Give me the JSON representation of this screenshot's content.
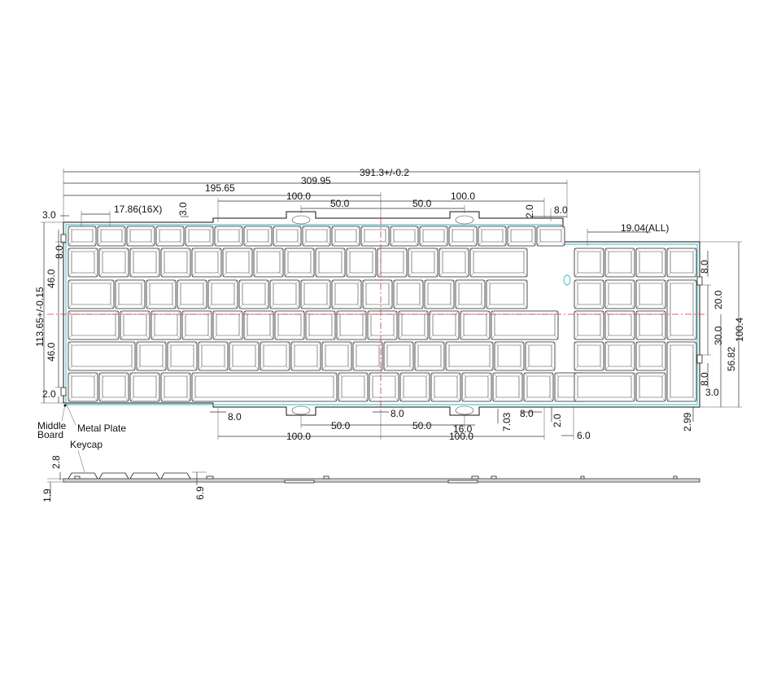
{
  "dimensions": {
    "overall_width": "391.3+/-0.2",
    "width_to_sub": "309.95",
    "half_width": "195.65",
    "pitch_top": "17.86(16X)",
    "pitch_all": "19.04(ALL)",
    "upper_spacing_left": "100.0",
    "upper_spacing_right": "100.0",
    "upper_half_left": "50.0",
    "upper_half_right": "50.0",
    "left_margin": "3.0",
    "top_row_offset": "3.0",
    "right_gap_a": "2.0",
    "right_gap_b": "8.0",
    "left_tab_height": "8.0",
    "overall_height": "113.65+/-0.15",
    "upper_half_height": "46.0",
    "lower_half_height": "46.0",
    "bottom_offset": "2.0",
    "right_tab_upper": "8.0",
    "right_tab_spacing": "20.0",
    "right_lower_spacing": "30.0",
    "right_tab_lower": "8.0",
    "right_bottom": "3.0",
    "numpad_height": "56.82",
    "numpad_overall": "100.4",
    "bottom_tab_left": "8.0",
    "bottom_tab_center": "8.0",
    "bottom_tab_right": "8.0",
    "lower_half_left": "50.0",
    "lower_half_right": "50.0",
    "lower_spacing_left": "100.0",
    "lower_spacing_right": "100.0",
    "slot_width": "16.0",
    "slot_height": "7.03",
    "right_edge_gap": "2.0",
    "numpad_gap": "6.0",
    "right_edge_offset": "2.99",
    "keycap_height": "2.8",
    "board_thickness": "1.9",
    "total_thickness": "6.9"
  },
  "labels": {
    "middle_board": [
      "Middle",
      "Board"
    ],
    "metal_plate": "Metal Plate",
    "keycap": "Keycap"
  },
  "colors": {
    "centerline": "#e0303a",
    "plate_outline": "#2fb7c7"
  }
}
